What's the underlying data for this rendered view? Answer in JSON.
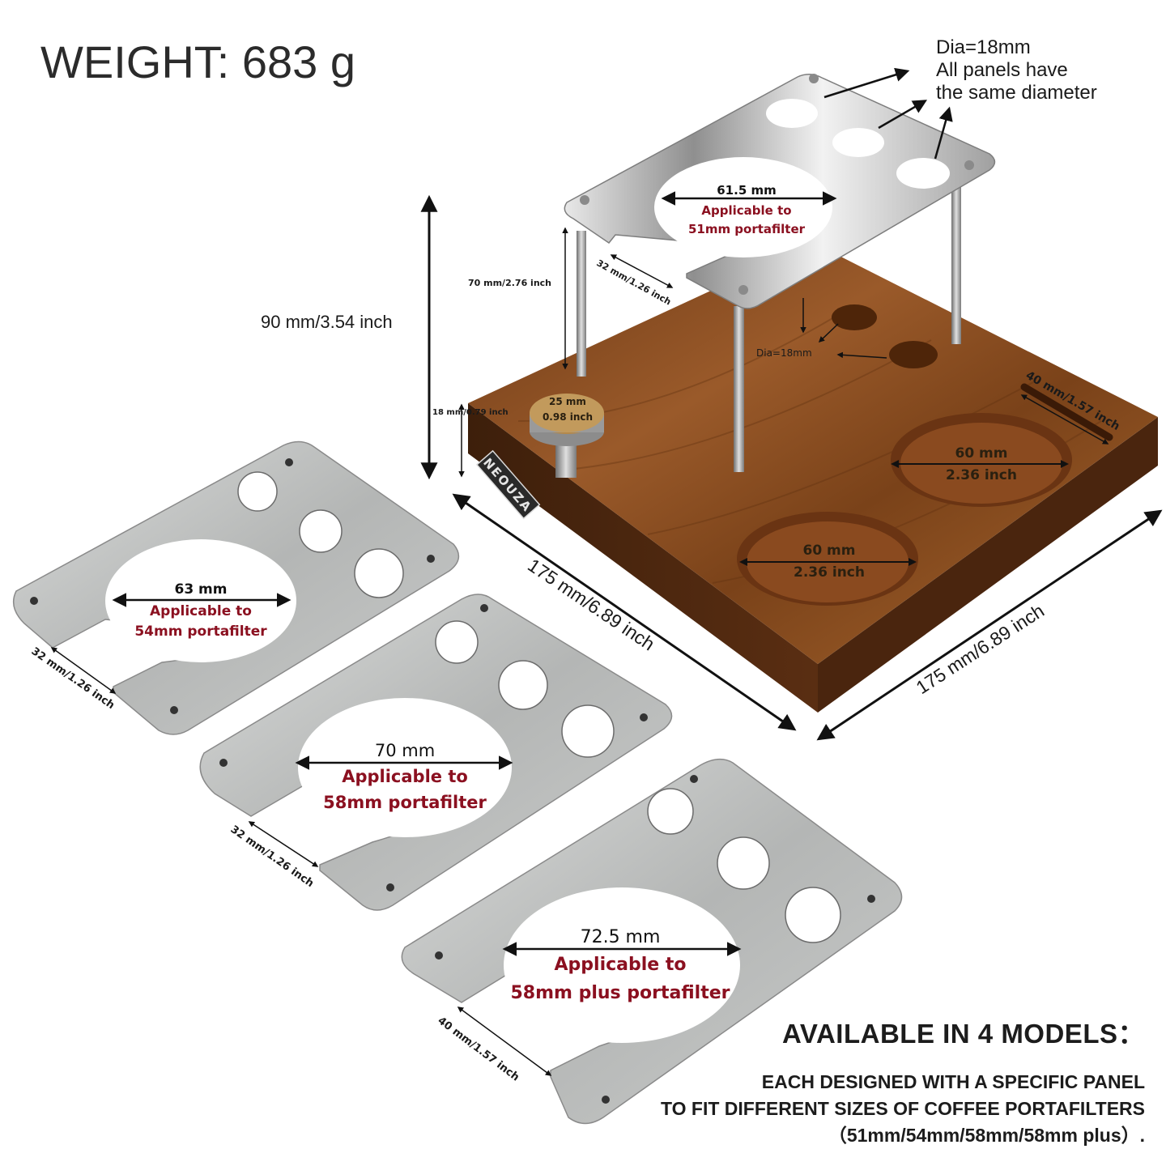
{
  "weight": {
    "label": "WEIGHT: 683 g"
  },
  "top_callout": {
    "line1": "Dia=18mm",
    "line2": "All panels have",
    "line3": "the same diameter"
  },
  "dims": {
    "height_total": "90 mm/3.54 inch",
    "height_pillar": "70 mm/2.76 inch",
    "height_base": "18 mm/0.79 inch",
    "gap_top": "32 mm/1.26 inch",
    "knob_top": "25 mm",
    "knob_bottom": "0.98 inch",
    "hole_dia": "Dia=18mm",
    "slot": "40 mm/1.57 inch",
    "width_left": "175 mm/6.89 inch",
    "width_right": "175 mm/6.89 inch",
    "well_right_top": "60 mm",
    "well_right_bottom": "2.36 inch",
    "well_left_top": "60 mm",
    "well_left_bottom": "2.36 inch",
    "brand": "NEOUZA"
  },
  "panels": {
    "top": {
      "size": "61.5 mm",
      "line1": "Applicable to",
      "line2": "51mm portafilter"
    },
    "p1": {
      "size": "63 mm",
      "line1": "Applicable to",
      "line2": "54mm portafilter",
      "gap": "32 mm/1.26 inch"
    },
    "p2": {
      "size": "70 mm",
      "line1": "Applicable to",
      "line2": "58mm portafilter",
      "gap": "32 mm/1.26 inch"
    },
    "p3": {
      "size": "72.5 mm",
      "line1": "Applicable to",
      "line2": "58mm plus portafilter",
      "gap": "40 mm/1.57 inch"
    }
  },
  "models": {
    "heading": "AVAILABLE IN 4 MODELS：",
    "line1": "EACH DESIGNED WITH A SPECIFIC PANEL",
    "line2": "TO FIT DIFFERENT SIZES OF COFFEE PORTAFILTERS",
    "line3": "（51mm/54mm/58mm/58mm plus）."
  },
  "colors": {
    "wood": "#8a4a1e",
    "steel": "#bfc1c0",
    "accent_red": "#8b1020"
  }
}
